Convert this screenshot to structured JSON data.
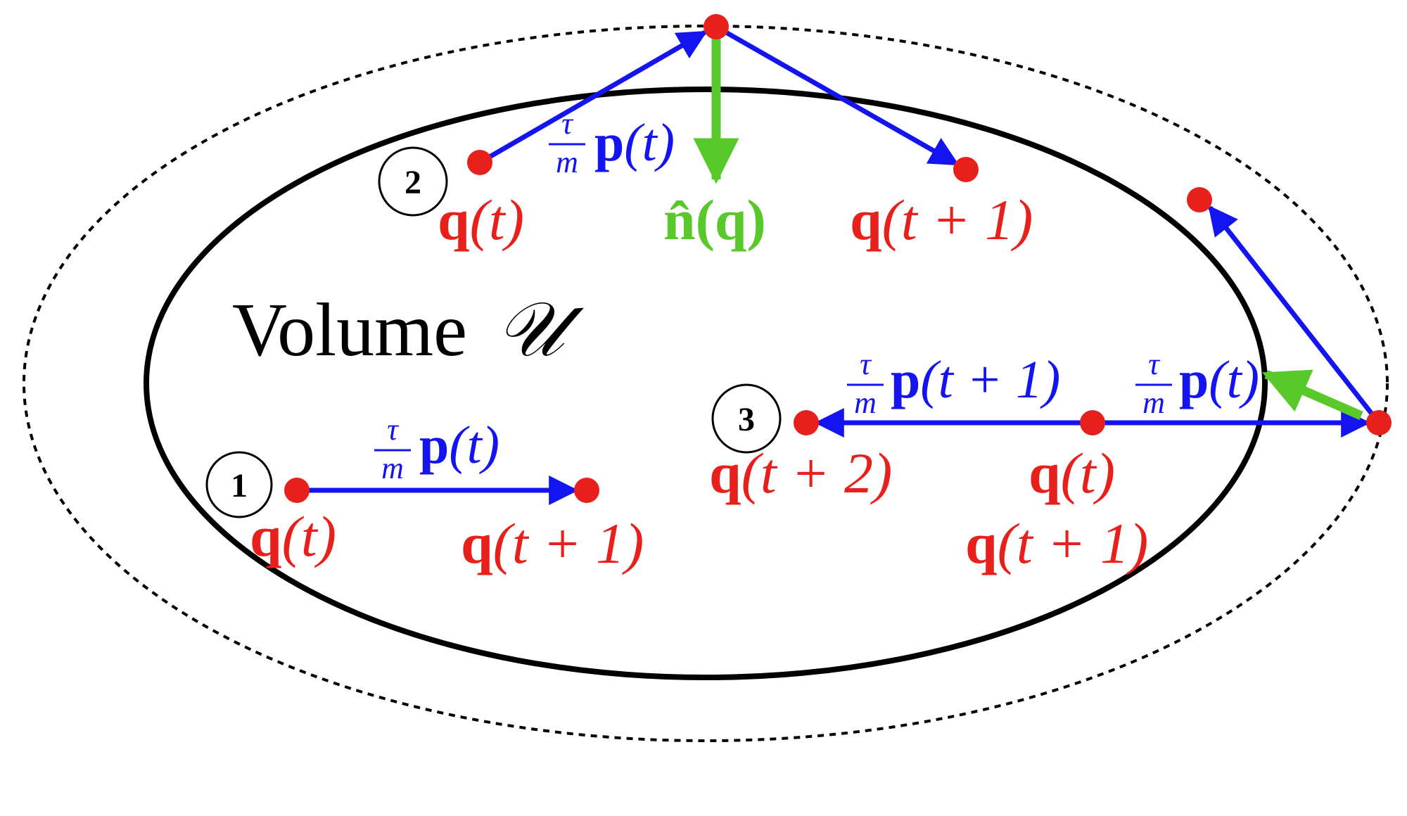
{
  "volume_label": "Volume",
  "volume_symbol": "𝒰",
  "colors": {
    "boundary": "#000000",
    "outer_boundary": "#000000",
    "point": "#e8201c",
    "momentum_arrow": "#1414f0",
    "normal_arrow": "#58c82a",
    "q_label": "#e8201c",
    "momentum_label": "#1414f0",
    "normal_label": "#58c82a"
  },
  "cases": [
    {
      "number": "1",
      "labels": {
        "q_t": {
          "bold": "q",
          "rest": "(t)"
        },
        "q_t1": {
          "bold": "q",
          "rest": "(t + 1)"
        },
        "p_t": {
          "num": "τ",
          "den": "m",
          "bold": "p",
          "rest": "(t)"
        }
      }
    },
    {
      "number": "2",
      "labels": {
        "q_t": {
          "bold": "q",
          "rest": "(t)"
        },
        "q_t1": {
          "bold": "q",
          "rest": "(t + 1)"
        },
        "p_t": {
          "num": "τ",
          "den": "m",
          "bold": "p",
          "rest": "(t)"
        },
        "n_q": {
          "bold": "n̂",
          "rest": "(q)"
        }
      }
    },
    {
      "number": "3",
      "labels": {
        "q_t": {
          "bold": "q",
          "rest": "(t)"
        },
        "q_t1": {
          "bold": "q",
          "rest": "(t + 1)"
        },
        "q_t2": {
          "bold": "q",
          "rest": "(t + 2)"
        },
        "p_t": {
          "num": "τ",
          "den": "m",
          "bold": "p",
          "rest": "(t)"
        },
        "p_t1": {
          "num": "τ",
          "den": "m",
          "bold": "p",
          "rest": "(t + 1)"
        }
      }
    }
  ]
}
